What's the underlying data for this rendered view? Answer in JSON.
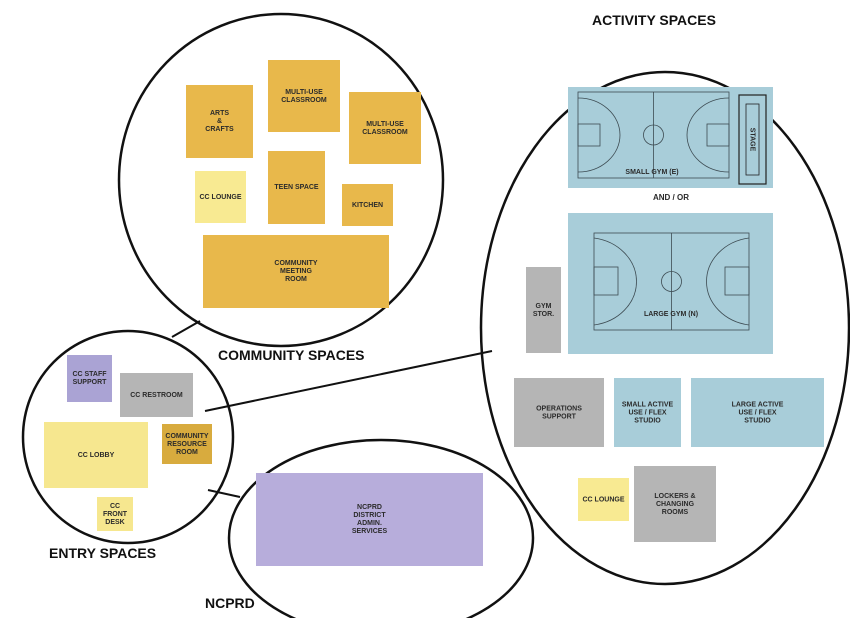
{
  "colors": {
    "community": "#e8b84b",
    "lounge": "#f8ea92",
    "entry_light": "#f6e78f",
    "resource": "#d8ab3e",
    "staff": "#aaa3d4",
    "admin": "#b7addb",
    "gray": "#b5b5b5",
    "gym": "#a8cdd9",
    "text": "#2b2b2b",
    "line": "#111111"
  },
  "groups": {
    "community": "COMMUNITY SPACES",
    "entry": "ENTRY SPACES",
    "ncprd": "NCPRD",
    "activity": "ACTIVITY SPACES"
  },
  "rooms": {
    "arts_crafts": [
      "ARTS",
      "&",
      "CRAFTS"
    ],
    "multi_use_1": [
      "MULTI-USE",
      "CLASSROOM"
    ],
    "multi_use_2": [
      "MULTI-USE",
      "CLASSROOM"
    ],
    "cc_lounge_1": [
      "CC LOUNGE"
    ],
    "teen_space": [
      "TEEN SPACE"
    ],
    "kitchen": [
      "KITCHEN"
    ],
    "community_meeting": [
      "COMMUNITY",
      "MEETING",
      "ROOM"
    ],
    "cc_staff_support": [
      "CC STAFF",
      "SUPPORT"
    ],
    "cc_restroom": [
      "CC RESTROOM"
    ],
    "cc_lobby": [
      "CC LOBBY"
    ],
    "community_resource": [
      "COMMUNITY",
      "RESOURCE",
      "ROOM"
    ],
    "cc_front_desk": [
      "CC",
      "FRONT",
      "DESK"
    ],
    "ncprd_admin": [
      "NCPRD",
      "DISTRICT",
      "ADMIN.",
      "SERVICES"
    ],
    "small_gym": [
      "SMALL GYM (E)"
    ],
    "stage": [
      "STAGE"
    ],
    "and_or": [
      "AND / OR"
    ],
    "large_gym": [
      "LARGE GYM (N)"
    ],
    "gym_stor": [
      "GYM",
      "STOR."
    ],
    "operations_support": [
      "OPERATIONS",
      "SUPPORT"
    ],
    "small_active": [
      "SMALL ACTIVE",
      "USE / FLEX",
      "STUDIO"
    ],
    "large_active": [
      "LARGE ACTIVE",
      "USE / FLEX",
      "STUDIO"
    ],
    "cc_lounge_2": [
      "CC LOUNGE"
    ],
    "lockers": [
      "LOCKERS &",
      "CHANGING",
      "ROOMS"
    ]
  }
}
